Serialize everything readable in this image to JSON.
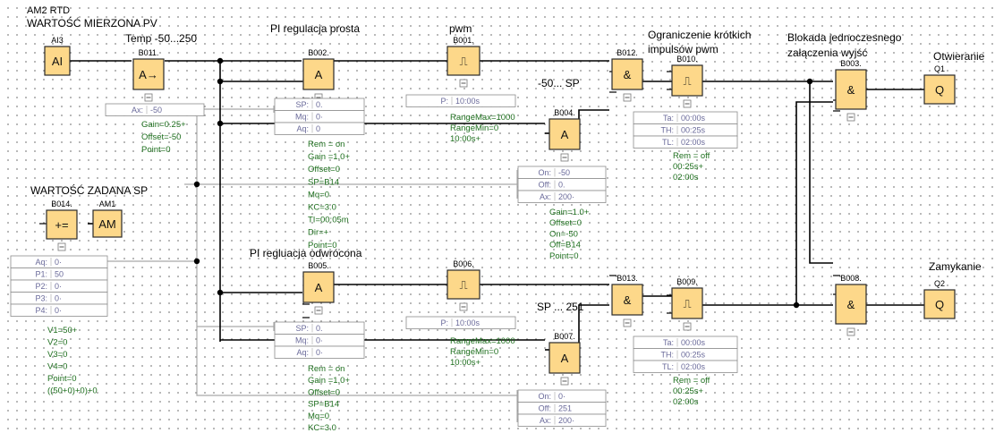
{
  "colors": {
    "block_fill": "#fdd88a",
    "block_border": "#2a2a2a",
    "param_text": "#1d6e1d",
    "wire": "#000000",
    "gray_wire": "#a9a9a9",
    "dot_grid": "#7a7a7a",
    "value_text": "#6a6a9a"
  },
  "labels": [
    {
      "text": "AM2 RTD"
    },
    {
      "text": "WARTOŚĆ MIERZONA PV"
    },
    {
      "text": "Temp -50...250"
    },
    {
      "text": "PI regulacja prosta"
    },
    {
      "text": "pwm"
    },
    {
      "text": "Ograniczenie krótkich"
    },
    {
      "text": "impulsów pwm"
    },
    {
      "text": "Blokada jednoczesnego"
    },
    {
      "text": "załączenia wyjść"
    },
    {
      "text": "Otwieranie"
    },
    {
      "text": "-50... SP"
    },
    {
      "text": "WARTOŚĆ ZADANA SP"
    },
    {
      "text": "PI regluacja odwrócona"
    },
    {
      "text": "SP ... 251"
    },
    {
      "text": "Zamykanie"
    }
  ],
  "blocks": [
    {
      "id": "AI3",
      "icon": "ai"
    },
    {
      "id": "B011.",
      "icon": "amp"
    },
    {
      "id": "B002.",
      "icon": "pi"
    },
    {
      "id": "B001.",
      "icon": "pwm"
    },
    {
      "id": "B012.",
      "icon": "and"
    },
    {
      "id": "B010.",
      "icon": "pulse"
    },
    {
      "id": "B003.",
      "icon": "and"
    },
    {
      "id": "Q1",
      "icon": "q"
    },
    {
      "id": "B004.",
      "icon": "thr"
    },
    {
      "id": "B014.",
      "icon": "math"
    },
    {
      "id": "AM1",
      "icon": "am"
    },
    {
      "id": "B005.",
      "icon": "pi"
    },
    {
      "id": "B006.",
      "icon": "pwm"
    },
    {
      "id": "B013.",
      "icon": "and"
    },
    {
      "id": "B009.",
      "icon": "pulse"
    },
    {
      "id": "B008.",
      "icon": "and"
    },
    {
      "id": "Q2",
      "icon": "q"
    },
    {
      "id": "B007.",
      "icon": "thr"
    }
  ],
  "icon_glyphs": {
    "ai": "AI",
    "am": "AM",
    "q": "Q",
    "and": "&",
    "amp": "A→",
    "math": "+=",
    "pi": "A",
    "pwm": "⎍",
    "pulse": "⎍",
    "thr": "A"
  },
  "param_tables": [
    {
      "rows": [
        {
          "k": "Ax:",
          "v": "-50"
        }
      ]
    },
    {
      "rows": [
        {
          "k": "SP:",
          "v": "0."
        },
        {
          "k": "Mq:",
          "v": "0·"
        },
        {
          "k": "Aq:",
          "v": "0"
        }
      ]
    },
    {
      "rows": [
        {
          "k": "P:",
          "v": "10:00s"
        }
      ]
    },
    {
      "rows": [
        {
          "k": "Ta:",
          "v": "00:00s"
        },
        {
          "k": "TH:",
          "v": "00:25s"
        },
        {
          "k": "TL:",
          "v": "02:00s"
        }
      ]
    },
    {
      "rows": [
        {
          "k": "On:",
          "v": "-50"
        },
        {
          "k": "Off:",
          "v": "0."
        },
        {
          "k": "Ax:",
          "v": "200·"
        }
      ]
    },
    {
      "rows": [
        {
          "k": "Aq:",
          "v": "0·"
        },
        {
          "k": "P1:",
          "v": "50"
        },
        {
          "k": "P2:",
          "v": "0·"
        },
        {
          "k": "P3:",
          "v": "0·"
        },
        {
          "k": "P4:",
          "v": "0·"
        }
      ]
    },
    {
      "rows": [
        {
          "k": "SP:",
          "v": "0."
        },
        {
          "k": "Mq:",
          "v": "0·"
        },
        {
          "k": "Aq:",
          "v": "0·"
        }
      ]
    },
    {
      "rows": [
        {
          "k": "P:",
          "v": "10:00s"
        }
      ]
    },
    {
      "rows": [
        {
          "k": "Ta:",
          "v": "00:00s"
        },
        {
          "k": "TH:",
          "v": "00:25s"
        },
        {
          "k": "TL:",
          "v": "02:00s"
        }
      ]
    },
    {
      "rows": [
        {
          "k": "On:",
          "v": "0·"
        },
        {
          "k": "Off:",
          "v": "251"
        },
        {
          "k": "Ax:",
          "v": "200·"
        }
      ]
    }
  ],
  "param_texts": [
    {
      "lines": [
        "Gain=0.25+",
        "Offset=-50",
        "Point=0"
      ]
    },
    {
      "lines": [
        "Rem = on",
        "Gain =1.0+",
        "Offset=0",
        "SP=B14",
        "Mq=0",
        "KC=3.0",
        "TI=00:05m",
        "Dir=+",
        "Point=0"
      ]
    },
    {
      "lines": [
        "RangeMax=1000",
        "RangeMin=0",
        "10:00s+"
      ]
    },
    {
      "lines": [
        "Rem = off",
        "00:25s+",
        "02:00s"
      ]
    },
    {
      "lines": [
        "Gain=1.0+",
        "Offset=0",
        "On=-50",
        "Off=B14",
        "Point=0"
      ]
    },
    {
      "lines": [
        "V1=50+",
        "V2=0",
        "V3=0",
        "V4=0",
        "Point=0",
        "((50+0)+0)+0"
      ]
    },
    {
      "lines": [
        "Rem = on",
        "Gain =1.0+",
        "Offset=0",
        "SP=B14",
        "Mq=0",
        "KC=3.0"
      ]
    },
    {
      "lines": [
        "RangeMax=1000",
        "RangeMin=0",
        "10:00s+"
      ]
    },
    {
      "lines": [
        "Rem = off",
        "00:25s+",
        "02:00s"
      ]
    }
  ]
}
